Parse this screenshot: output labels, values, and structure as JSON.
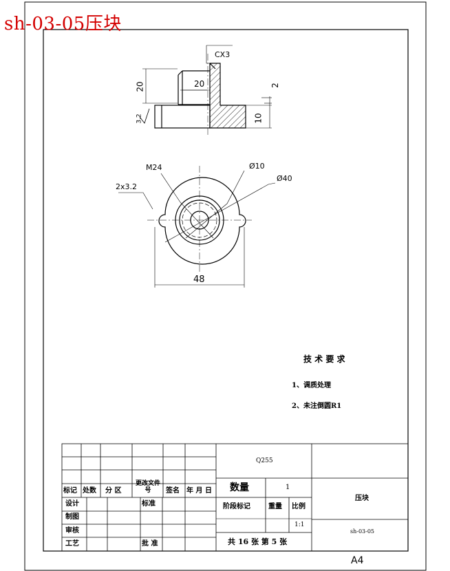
{
  "header": {
    "title": "sh-03-05压块"
  },
  "drawing": {
    "front_view": {
      "chamfer": "CX3",
      "dim_height": "20",
      "dim_width": "20",
      "dim_gap": "2",
      "dim_base": "10",
      "roughness": "3.2"
    },
    "top_view": {
      "thread": "M24",
      "dim_hole": "Ø10",
      "dim_outer": "Ø40",
      "dim_grooves": "2x3.2",
      "dim_width": "48"
    }
  },
  "notes": {
    "heading": "技 术 要 求",
    "items": [
      "1、调质处理",
      "2、未注倒圆R1"
    ]
  },
  "title_block": {
    "material": "Q255",
    "change_headers": [
      "标记",
      "处数",
      "分 区",
      "更改文件号",
      "签名",
      "年 月 日"
    ],
    "roles": [
      "设计",
      "制图",
      "审核",
      "工艺"
    ],
    "role_labels": [
      "标准",
      "批 准"
    ],
    "quantity_label": "数量",
    "quantity": "1",
    "stage_label": "阶段标记",
    "weight_label": "重量",
    "scale_label": "比例",
    "scale": "1:1",
    "sheets": "共 16 张 第 5 张",
    "part_name": "压块",
    "drawing_no": "sh-03-05"
  },
  "paper": {
    "size": "A4"
  }
}
